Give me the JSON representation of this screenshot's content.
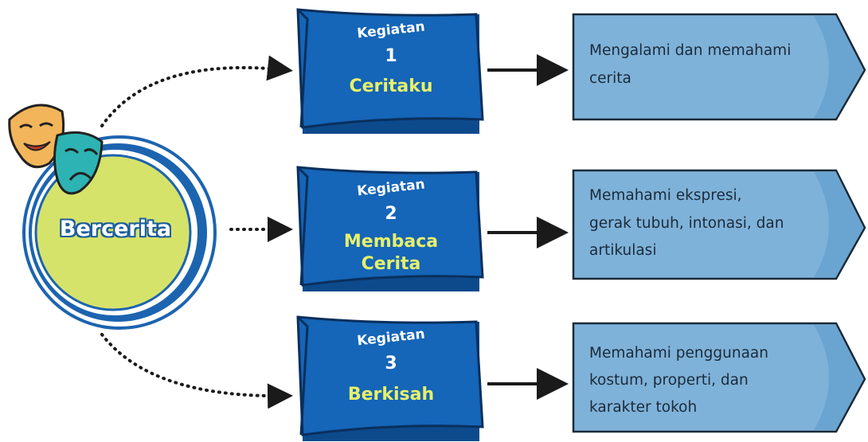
{
  "center": {
    "label": "Bercerita",
    "icon": "theater-masks-icon"
  },
  "activities": [
    {
      "word": "Kegiatan",
      "number": "1",
      "title_lines": [
        "Ceritaku"
      ],
      "description_lines": [
        "Mengalami dan memahami",
        "cerita"
      ]
    },
    {
      "word": "Kegiatan",
      "number": "2",
      "title_lines": [
        "Membaca",
        "Cerita"
      ],
      "description_lines": [
        "Memahami ekspresi,",
        "gerak tubuh, intonasi, dan",
        "artikulasi"
      ]
    },
    {
      "word": "Kegiatan",
      "number": "3",
      "title_lines": [
        "Berkisah"
      ],
      "description_lines": [
        "Memahami penggunaan",
        "kostum, properti, dan",
        "karakter tokoh"
      ]
    }
  ],
  "colors": {
    "banner": "#1565b8",
    "banner_dark": "#0d4a8c",
    "title_yellow": "#e6f06a",
    "desc_box": "#7fb2d9",
    "desc_box_light": "#9ac6e6",
    "circle_fill": "#d6e36a",
    "circle_ring": "#1c64b0",
    "mask_happy": "#f2b55a",
    "mask_sad": "#2db3b3"
  }
}
